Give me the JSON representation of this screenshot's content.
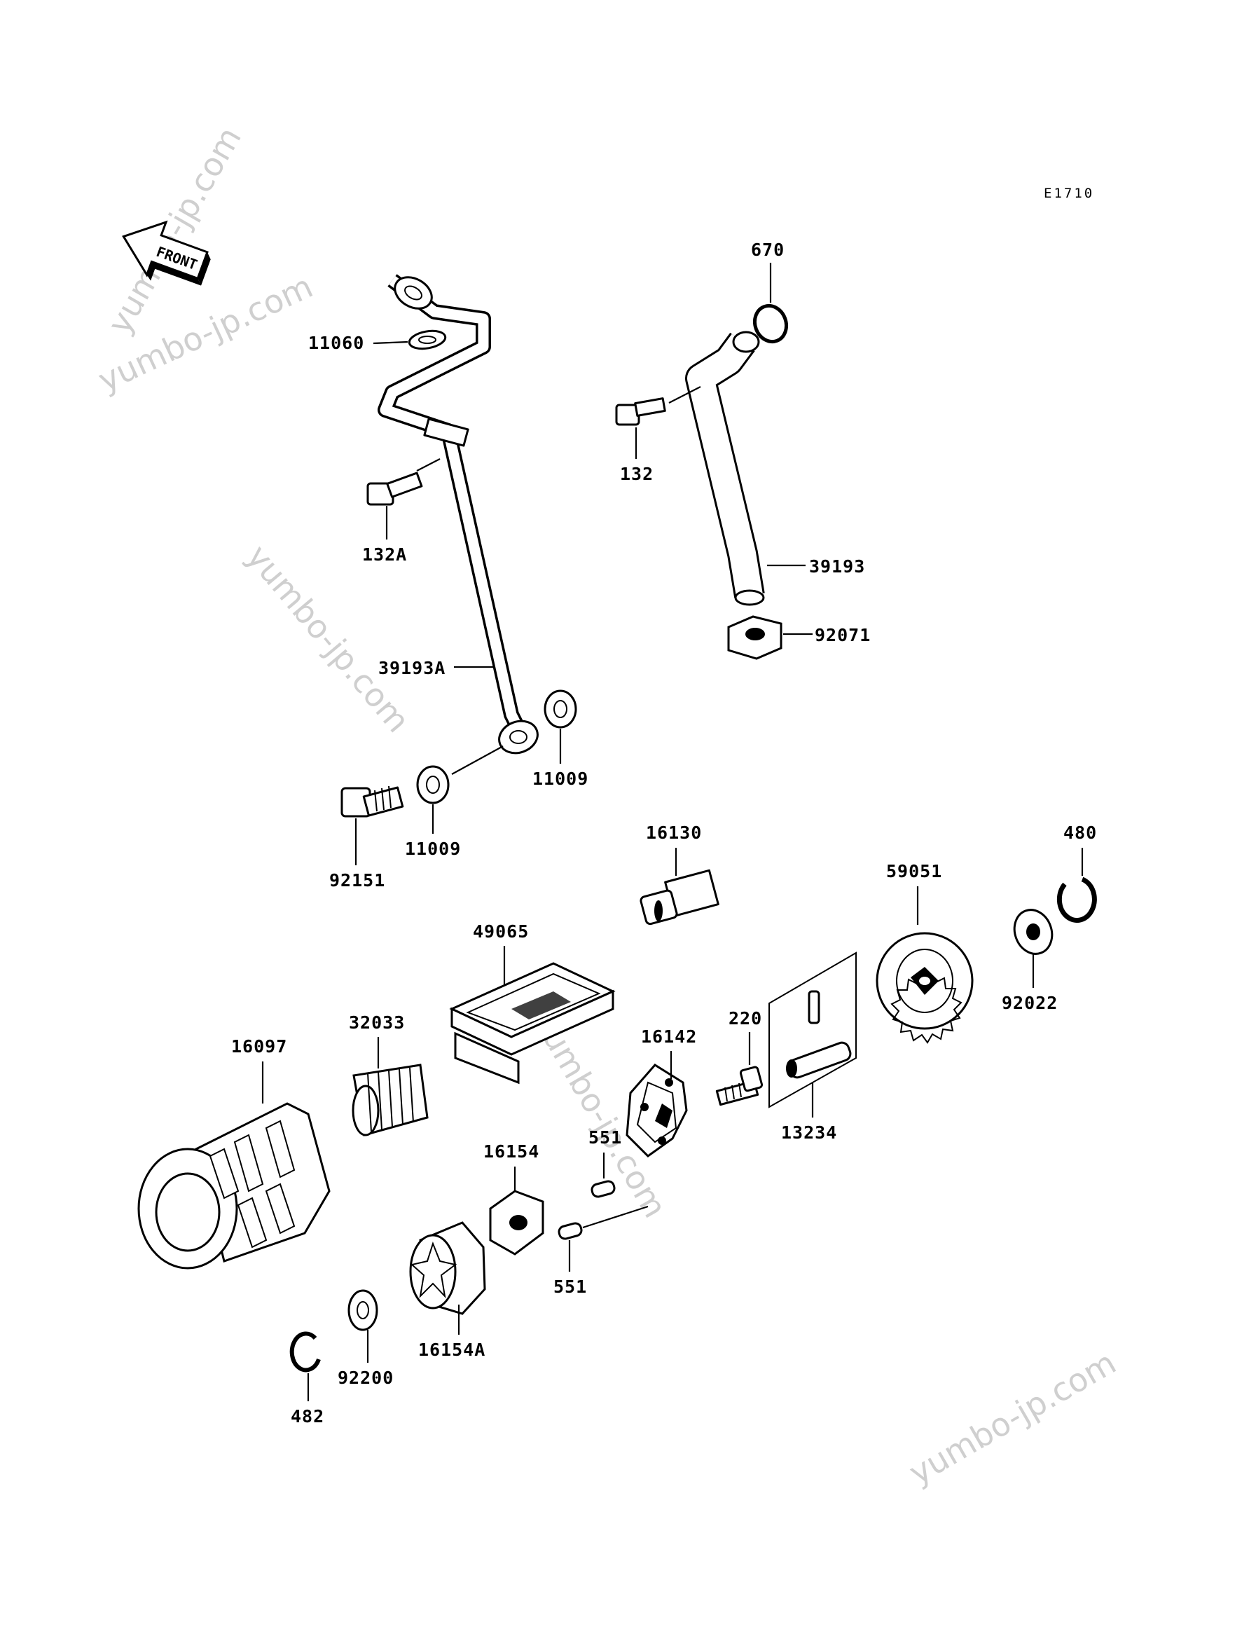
{
  "diagram": {
    "code": "E1710",
    "front_arrow_label": "FRONT",
    "watermark": "yumbo-jp.com",
    "parts": [
      {
        "id": "11060",
        "label": "11060"
      },
      {
        "id": "132A",
        "label": "132A"
      },
      {
        "id": "39193A",
        "label": "39193A"
      },
      {
        "id": "11009-upper",
        "label": "11009"
      },
      {
        "id": "11009-lower",
        "label": "11009"
      },
      {
        "id": "92151",
        "label": "92151"
      },
      {
        "id": "670",
        "label": "670"
      },
      {
        "id": "132",
        "label": "132"
      },
      {
        "id": "39193",
        "label": "39193"
      },
      {
        "id": "92071",
        "label": "92071"
      },
      {
        "id": "16130",
        "label": "16130"
      },
      {
        "id": "480",
        "label": "480"
      },
      {
        "id": "59051",
        "label": "59051"
      },
      {
        "id": "49065",
        "label": "49065"
      },
      {
        "id": "32033",
        "label": "32033"
      },
      {
        "id": "16097",
        "label": "16097"
      },
      {
        "id": "220",
        "label": "220"
      },
      {
        "id": "16142",
        "label": "16142"
      },
      {
        "id": "92022",
        "label": "92022"
      },
      {
        "id": "13234",
        "label": "13234"
      },
      {
        "id": "551-upper",
        "label": "551"
      },
      {
        "id": "16154",
        "label": "16154"
      },
      {
        "id": "551-lower",
        "label": "551"
      },
      {
        "id": "16154A",
        "label": "16154A"
      },
      {
        "id": "92200",
        "label": "92200"
      },
      {
        "id": "482",
        "label": "482"
      }
    ]
  }
}
